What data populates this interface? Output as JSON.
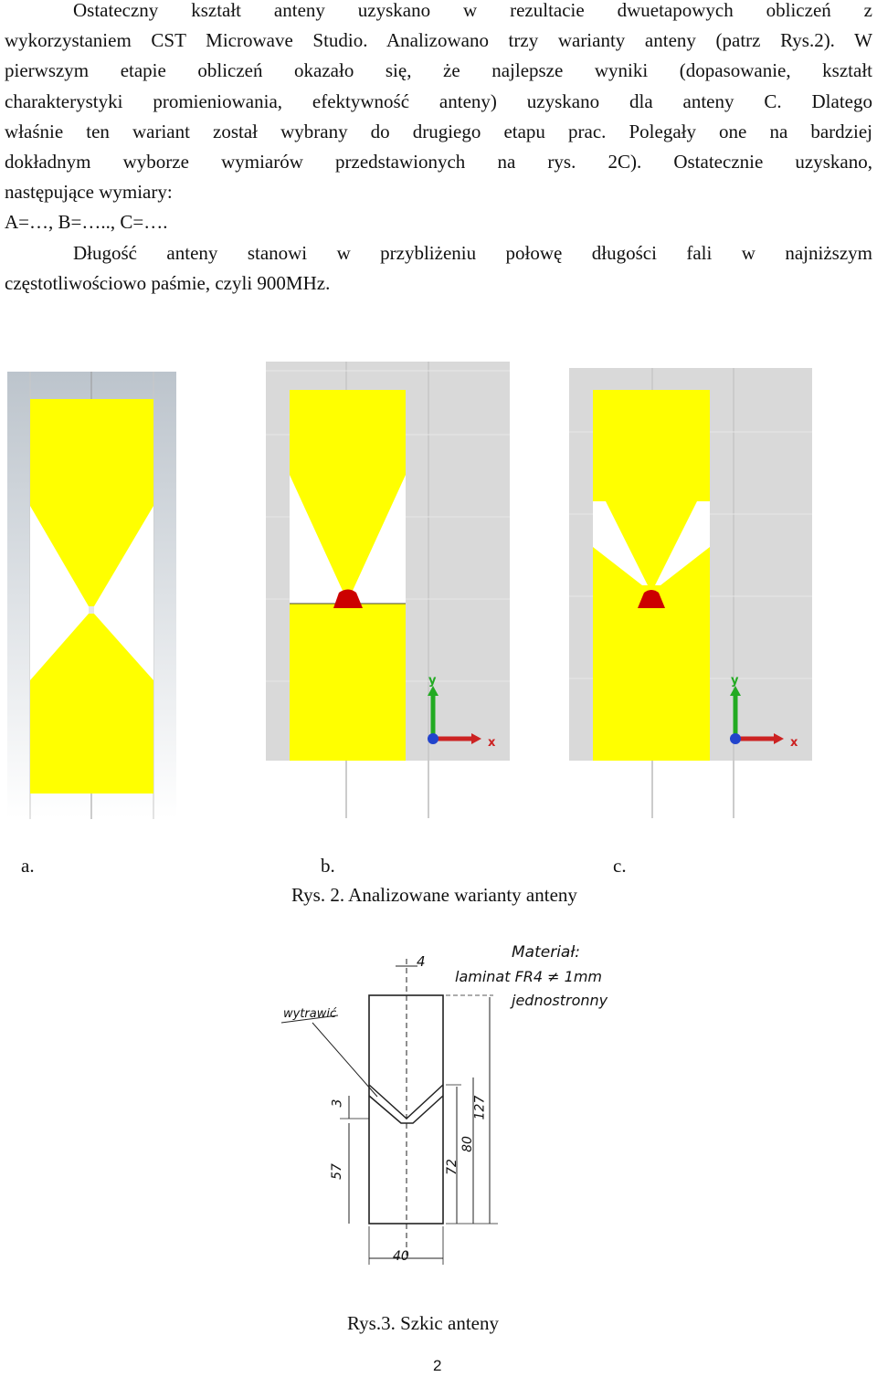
{
  "paragraph1": {
    "lines": [
      "Ostateczny    kształt  anteny  uzyskano  w  rezultacie  dwuetapowych  obliczeń  z",
      "wykorzystaniem CST Microwave Studio. Analizowano trzy warianty anteny (patrz Rys.2). W",
      "pierwszym  etapie  obliczeń  okazało  się,  że  najlepsze  wyniki  (dopasowanie,  kształt",
      "charakterystyki promieniowania, efektywność anteny) uzyskano dla anteny C. Dlatego",
      "właśnie ten wariant został wybrany do drugiego etapu prac. Polegały one na bardziej",
      "dokładnym wyborze wymiarów przedstawionych na rys. 2C). Ostatecznie uzyskano,",
      "następujące wymiary:",
      "A=…, B=….., C=…."
    ]
  },
  "paragraph2": {
    "lines": [
      "Długość anteny stanowi w przybliżeniu połowę długości fali w najniższym",
      "częstotliwościowo paśmie, czyli 900MHz."
    ]
  },
  "figure2": {
    "label_a": "a.",
    "label_b": "b.",
    "label_c": "c.",
    "caption": "Rys. 2. Analizowane warianty anteny",
    "axis_y": "y",
    "axis_x": "x",
    "colors": {
      "metal": "#ffff00",
      "feed": "#cc0000",
      "grid_bg": "#d9d9d9"
    }
  },
  "figure3": {
    "caption": "Rys.3. Szkic anteny",
    "note_material_1": "Materiał:",
    "note_material_2": "laminat FR4 ≠ 1mm",
    "note_material_3": "jednostronny",
    "note_etch": "wytrawić",
    "dim_top": "4",
    "dim_3": "3",
    "dim_57": "57",
    "dim_72": "72",
    "dim_80": "80",
    "dim_127": "127",
    "dim_40": "40"
  },
  "page_number": "2"
}
